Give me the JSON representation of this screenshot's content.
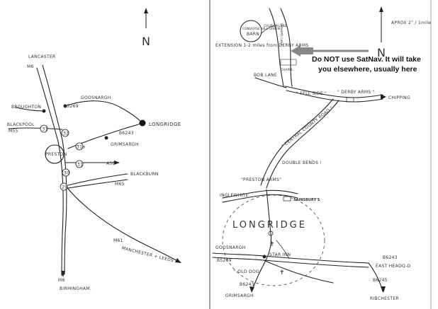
{
  "left_map": {
    "north": "N",
    "places": {
      "lancaster": "LANCASTER",
      "m6_top": "M6",
      "broughton": "BROUGHTON",
      "goosnargh": "GOOSNARGH",
      "b5269": "B5269",
      "longridge": "LONGRIDGE",
      "blackpool": "BLACKPOOL",
      "m55": "M55",
      "b6243": "B6243",
      "grimsargh": "GRIMSARGH",
      "preston": "PRESTON",
      "a59": "A59",
      "blackburn": "BLACKBURN",
      "m65": "M65",
      "m61": "M61",
      "manchester_leeds": "MANCHESTER + LEEDS",
      "m6_bottom": "M6",
      "birmingham": "BIRMINGHAM."
    },
    "junctions": [
      "31",
      "32",
      "31a",
      "30",
      "29",
      "31"
    ]
  },
  "right_map": {
    "north": "N",
    "scale": "APROX  2\" / 1mile",
    "notice": {
      "line1": "Do NOT use SatNav.  It will take",
      "line2": "you  elsewhere, usually here"
    },
    "places": {
      "hill_green": "CONVERSE HILL GREEN",
      "barn": "BARN",
      "church_lane": "CHURCH LANE",
      "dilworth": "Dilworth Lane",
      "derby_arms_top": "EXTENSION  1-2 miles from DERBY ARMS",
      "chapel": "CHAPEL",
      "bob_lane": "BOB LANE",
      "derby_arms": "\" DERBY ARMS \"",
      "chipping": "CHIPPING",
      "ribchester_road": "\" FELL SIDE \"",
      "old_road": "\" CENTRAL COUNTY ROAD \"",
      "double_bends": "DOUBLE  BENDS !",
      "preston_arms": "\"PRESTON ARMS\"",
      "inglewhite": "INGLEWHITE",
      "sainsburys": "SAINSBURY'S",
      "longridge": "LONGRIDGE",
      "goosnargh": "GOOSNARGH",
      "b5269": "B5269",
      "star_inn": "STAR INN",
      "old_dog": "\" OLD DOG\"",
      "b6243_a": "B6243",
      "b6243_b": "B6243",
      "whalley": "EAST HEADQ-D",
      "b6245": "B6245",
      "grimsargh": "GRIMSARGH",
      "ribchester": "RIBCHESTER"
    }
  }
}
